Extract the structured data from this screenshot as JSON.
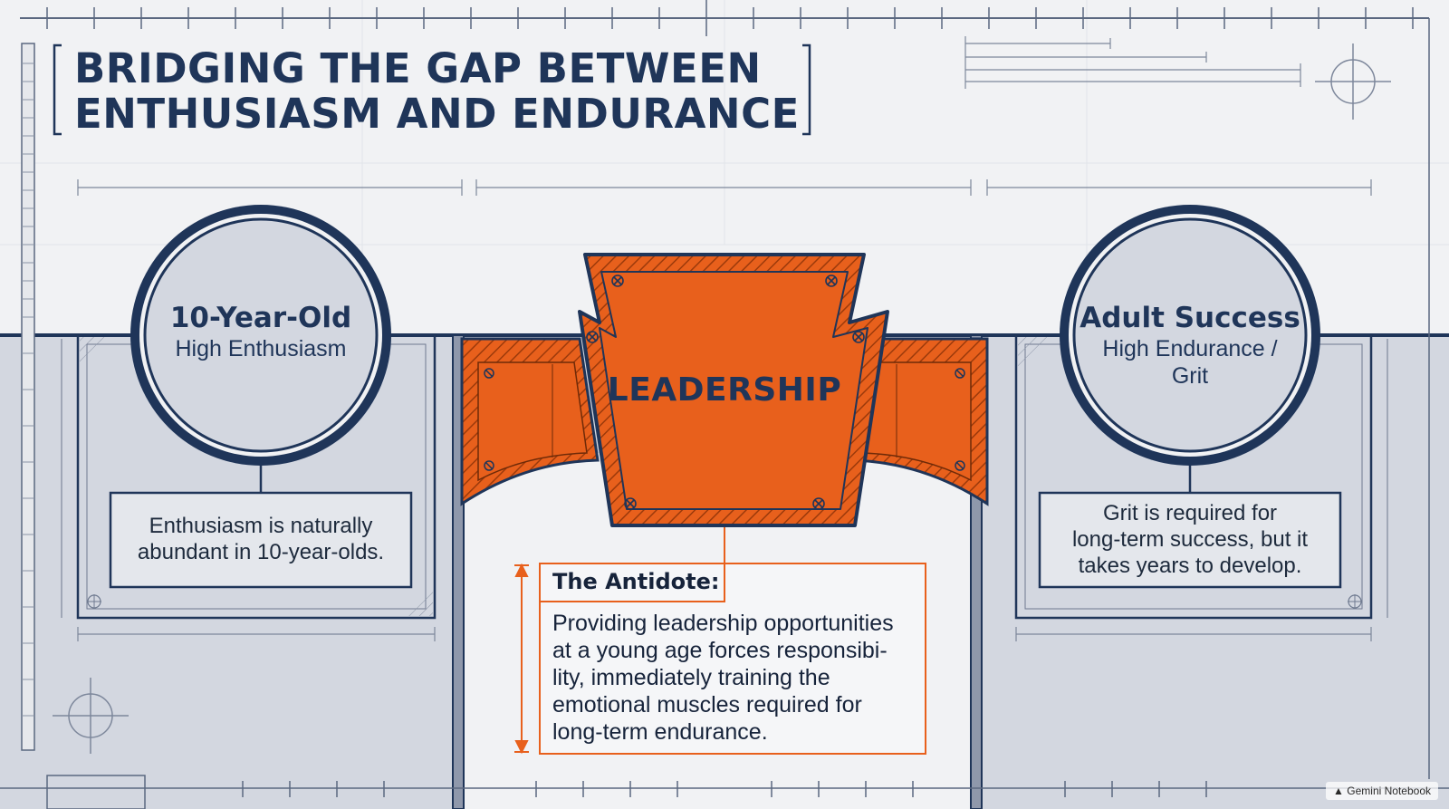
{
  "title": {
    "line1": "BRIDGING THE GAP BETWEEN",
    "line2": "ENTHUSIASM AND ENDURANCE"
  },
  "left_pillar": {
    "heading": "10-Year-Old",
    "subheading": "High Enthusiasm",
    "note_line1": "Enthusiasm is naturally",
    "note_line2": "abundant in 10-year-olds."
  },
  "keystone": {
    "label": "LEADERSHIP",
    "color": "#e8601c"
  },
  "right_pillar": {
    "heading": "Adult Success",
    "subheading_line1": "High Endurance /",
    "subheading_line2": "Grit",
    "note_line1": "Grit is required for",
    "note_line2": "long-term success, but it",
    "note_line3": "takes years to develop."
  },
  "antidote": {
    "title": "The Antidote:",
    "body_line1": "Providing leadership opportunities",
    "body_line2": "at a young age forces responsibi-",
    "body_line3": "lity, immediately training the",
    "body_line4": "emotional muscles required for",
    "body_line5": "long-term endurance."
  },
  "watermark": "Gemini Notebook",
  "colors": {
    "navy": "#1f3559",
    "orange": "#e8601c",
    "panel": "#d3d7e0",
    "paper": "#f1f2f4"
  },
  "icons": [
    "crosshair-icon",
    "screw-icon",
    "gemini-logo-icon"
  ]
}
